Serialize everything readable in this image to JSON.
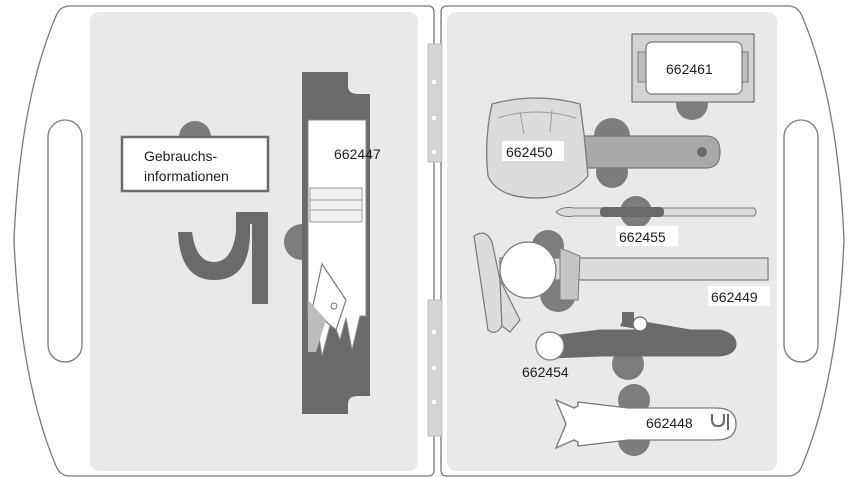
{
  "case": {
    "left_panel": {
      "info_card": {
        "line1": "Gebrauchs-",
        "line2": "informationen"
      },
      "tool_labels": {
        "sled": "662447"
      }
    },
    "right_panel": {
      "tool_labels": {
        "mirror": "662461",
        "goniometer": "662450",
        "probe": "662455",
        "caliper": "662449",
        "clamp": "662454",
        "key": "662448"
      }
    }
  },
  "colors": {
    "outline": "#7a7a7a",
    "panel": "#e9e9e9",
    "dark_tool": "#6a6a6a",
    "mid_tool": "#b4b4b4",
    "light_tool": "#dcdcdc",
    "knob": "#7d7d7d",
    "label_bg": "#ffffff"
  }
}
